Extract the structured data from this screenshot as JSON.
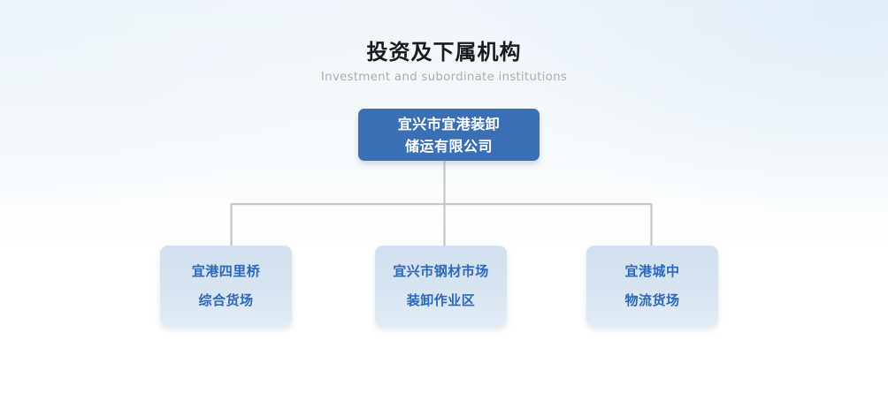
{
  "heading": {
    "title": "投资及下属机构",
    "subtitle": "Investment and subordinate institutions"
  },
  "colors": {
    "root_box_bg": "#3b6fb4",
    "root_box_text": "#ffffff",
    "child_box_bg": "#d4e1ef",
    "child_box_text": "#2b68b8",
    "connector_line": "#c6c6c6",
    "title_text": "#1b1b1b",
    "subtitle_text": "#a8aeb4",
    "page_bg_top": "#eff5fa",
    "page_bg_bottom": "#ffffff"
  },
  "chart": {
    "type": "org-chart",
    "root": {
      "lines": [
        "宜兴市宜港装卸",
        "储运有限公司"
      ]
    },
    "children": [
      {
        "lines": [
          "宜港四里桥",
          "综合货场"
        ]
      },
      {
        "lines": [
          "宜兴市钢材市场",
          "装卸作业区"
        ]
      },
      {
        "lines": [
          "宜港城中",
          "物流货场"
        ]
      }
    ]
  }
}
